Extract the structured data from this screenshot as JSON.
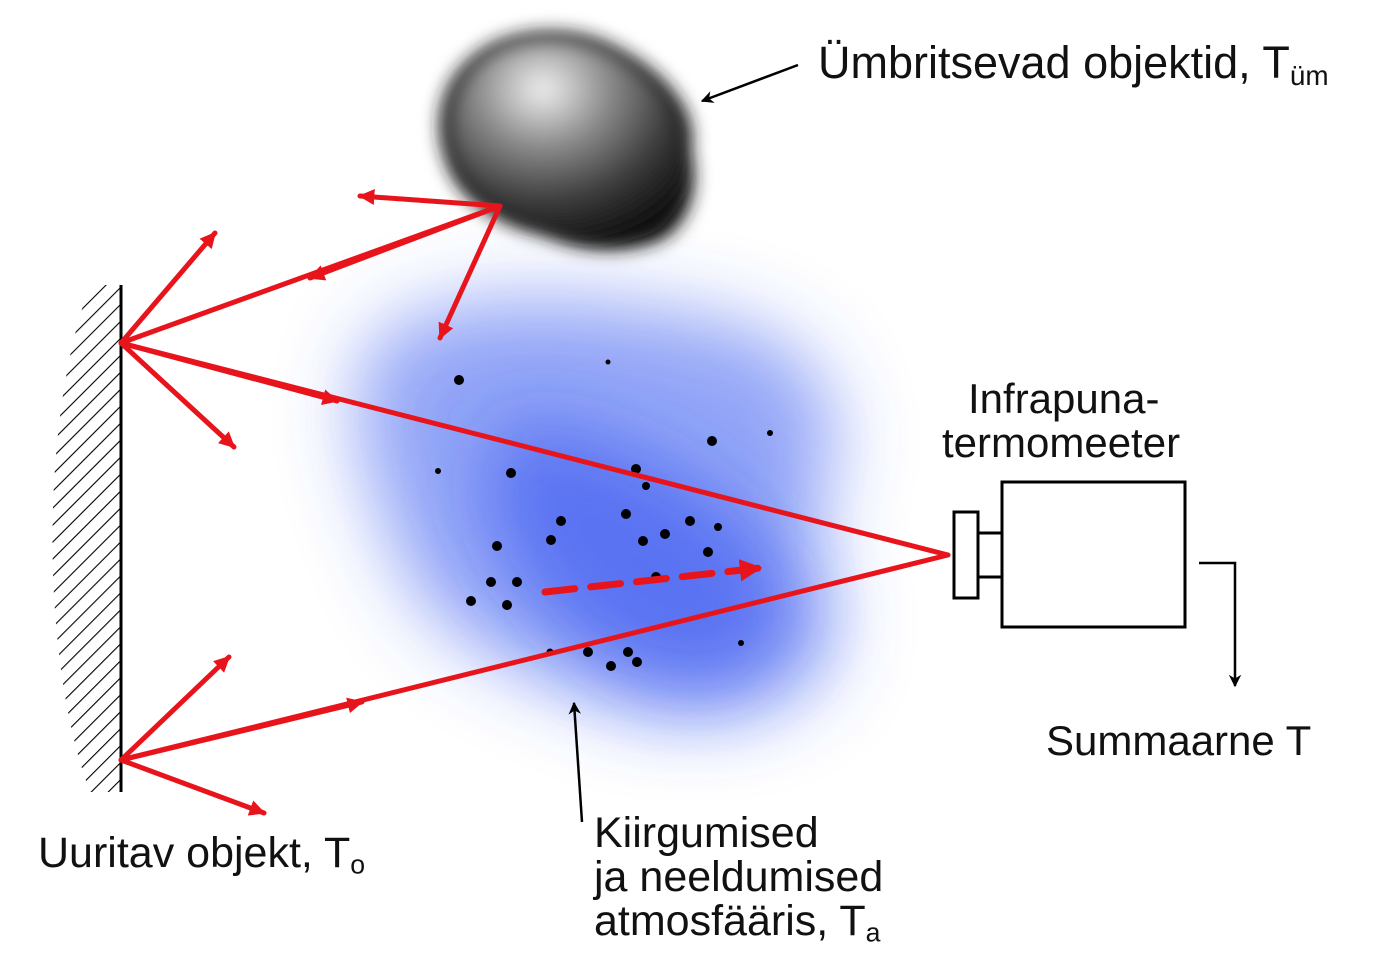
{
  "labels": {
    "surroundings": {
      "text": "Ümbritsevad objektid, T",
      "sub": "üm"
    },
    "thermometer_line1": "Infrapuna-",
    "thermometer_line2": "termomeeter",
    "output": "Summaarne T",
    "target": {
      "text": "Uuritav objekt, T",
      "sub": "o"
    },
    "atmosphere_line1": "Kiirgumised",
    "atmosphere_line2": "ja neeldumised",
    "atmosphere_line3": {
      "text": "atmosfääris,  T",
      "sub": "a"
    }
  },
  "colors": {
    "ray": "#e8141c",
    "atmosphere": "#3b5cf0",
    "rock": "#2a2a2a",
    "outline": "#000000"
  }
}
